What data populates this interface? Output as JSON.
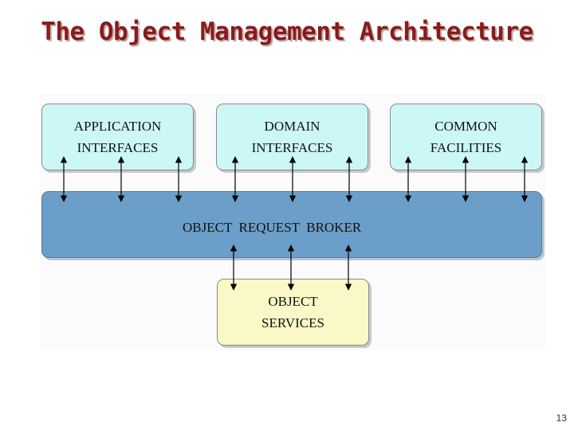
{
  "title": "The Object Management Architecture",
  "boxes": {
    "application_interfaces": "APPLICATION\nINTERFACES",
    "domain_interfaces": "DOMAIN\nINTERFACES",
    "common_facilities": "COMMON\nFACILITIES",
    "object_request_broker": "OBJECT  REQUEST  BROKER",
    "object_services": "OBJECT\nSERVICES"
  },
  "colors": {
    "title": "#8b1a1a",
    "interface_box": "#ccf7f7",
    "broker_box": "#6b9ec8",
    "services_box": "#fbf8c8"
  },
  "page_number": "13"
}
